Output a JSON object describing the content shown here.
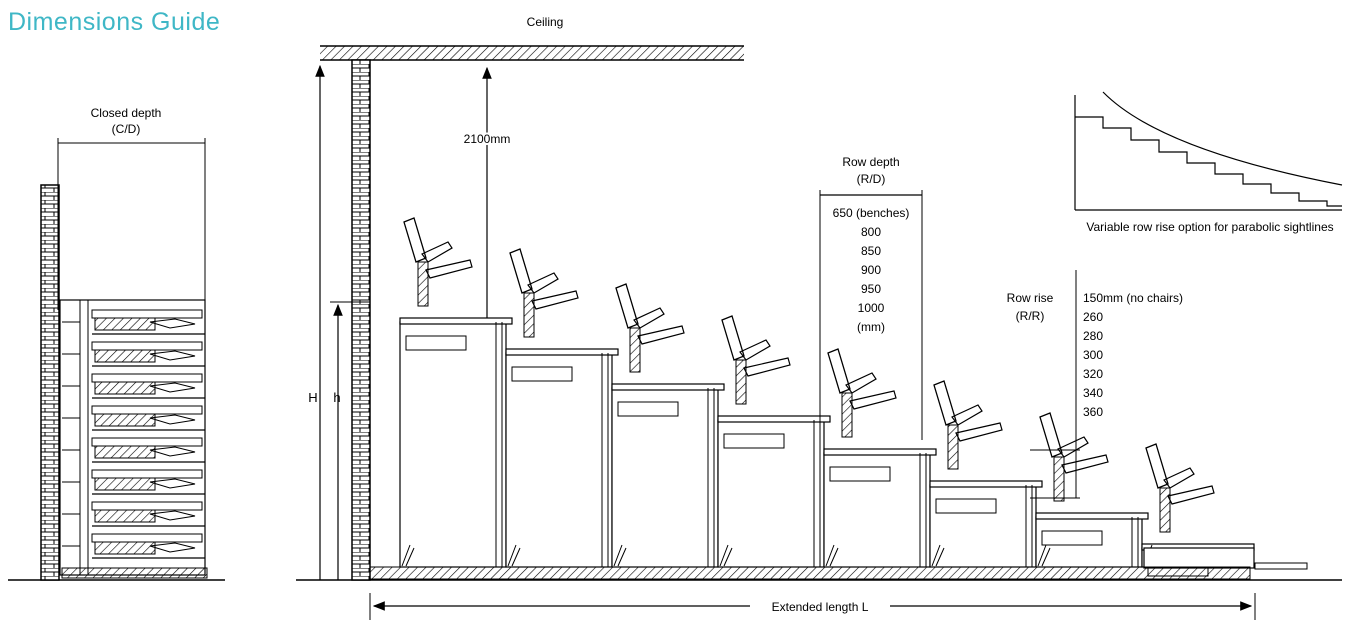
{
  "page": {
    "title": "Dimensions Guide"
  },
  "diagram": {
    "ceiling_label": "Ceiling",
    "ceiling_clearance": "2100mm",
    "closed_depth": {
      "label": "Closed depth",
      "abbr": "(C/D)"
    },
    "row_depth": {
      "label": "Row depth",
      "abbr": "(R/D)",
      "options": [
        "650 (benches)",
        "800",
        "850",
        "900",
        "950",
        "1000",
        "(mm)"
      ]
    },
    "row_rise": {
      "label": "Row rise",
      "abbr": "(R/R)",
      "options": [
        "150mm (no chairs)",
        "260",
        "280",
        "300",
        "320",
        "340",
        "360"
      ]
    },
    "parabolic_caption": "Variable row rise option for parabolic sightlines",
    "height_labels": {
      "H": "H",
      "h": "h"
    },
    "extended_length": "Extended length L"
  }
}
